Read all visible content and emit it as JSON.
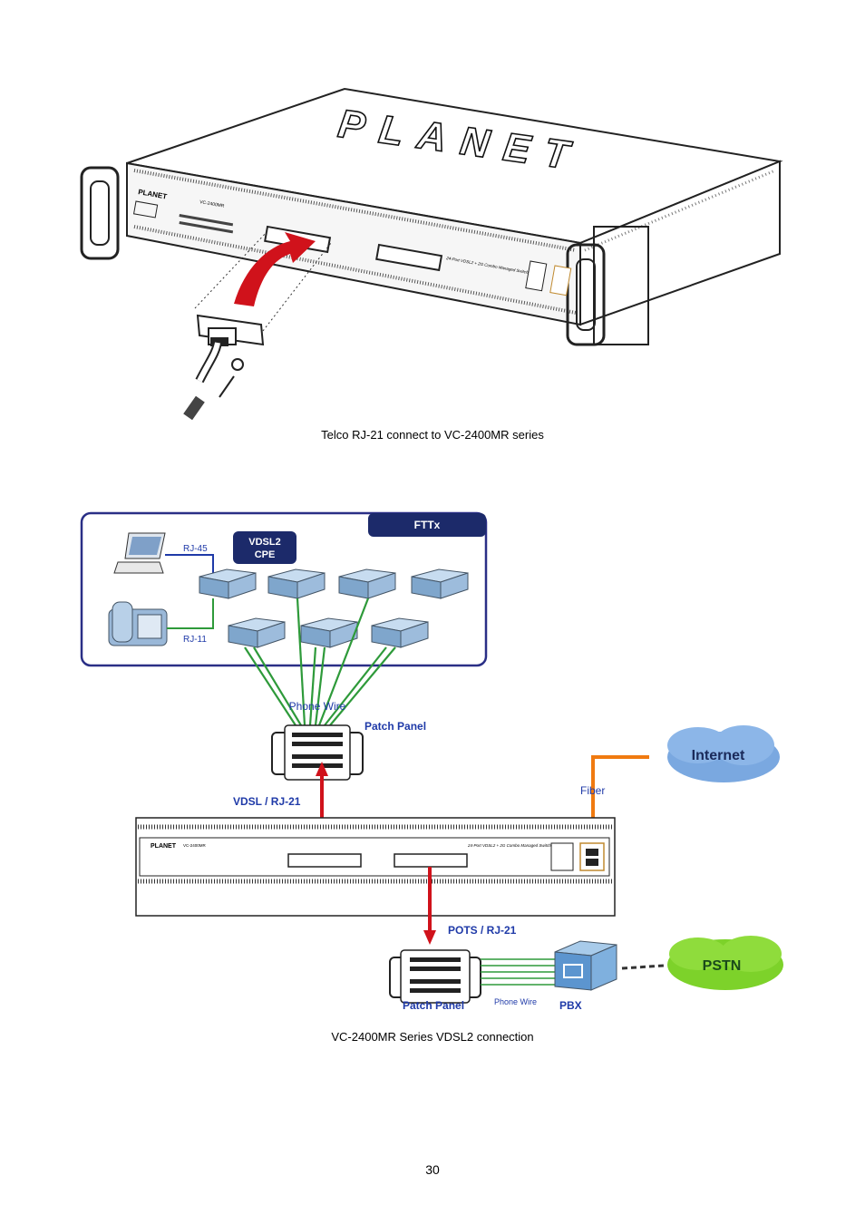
{
  "figure1": {
    "caption": "Telco RJ-21 connect to VC-2400MR series",
    "brand_logo": "PLANET",
    "device_model": "VC-2400MR",
    "panel_text": "24-Port VDSL2 + 2G Combo Managed Switch"
  },
  "figure2": {
    "caption": "VC-2400MR Series VDSL2 connection",
    "fttx_label": "FTTx",
    "cpe_label_line1": "VDSL2",
    "cpe_label_line2": "CPE",
    "rj45_label": "RJ-45",
    "rj11_label": "RJ-11",
    "phone_wire_top": "Phone Wire",
    "patch_panel_top": "Patch Panel",
    "vdsl_rj21": "VDSL / RJ-21",
    "fiber_label": "Fiber",
    "internet_label": "Internet",
    "pots_rj21": "POTS / RJ-21",
    "patch_panel_bottom": "Patch Panel",
    "phone_wire_bottom": "Phone Wire",
    "pbx_label": "PBX",
    "pstn_label": "PSTN",
    "device_brand": "PLANET",
    "device_model": "VC-2400MR",
    "device_panel_text": "24-Port VDSL2 + 2G Combo Managed Switch"
  },
  "page_number": "30",
  "colors": {
    "arrow_red": "#d0121b",
    "wire_green": "#2e9a3a",
    "fiber_orange": "#f07a10",
    "label_blue": "#1f3aa8",
    "frame_blue": "#2a2f86",
    "pstn_green": "#7dd22a",
    "cloud_blue": "#7aa8e0"
  }
}
